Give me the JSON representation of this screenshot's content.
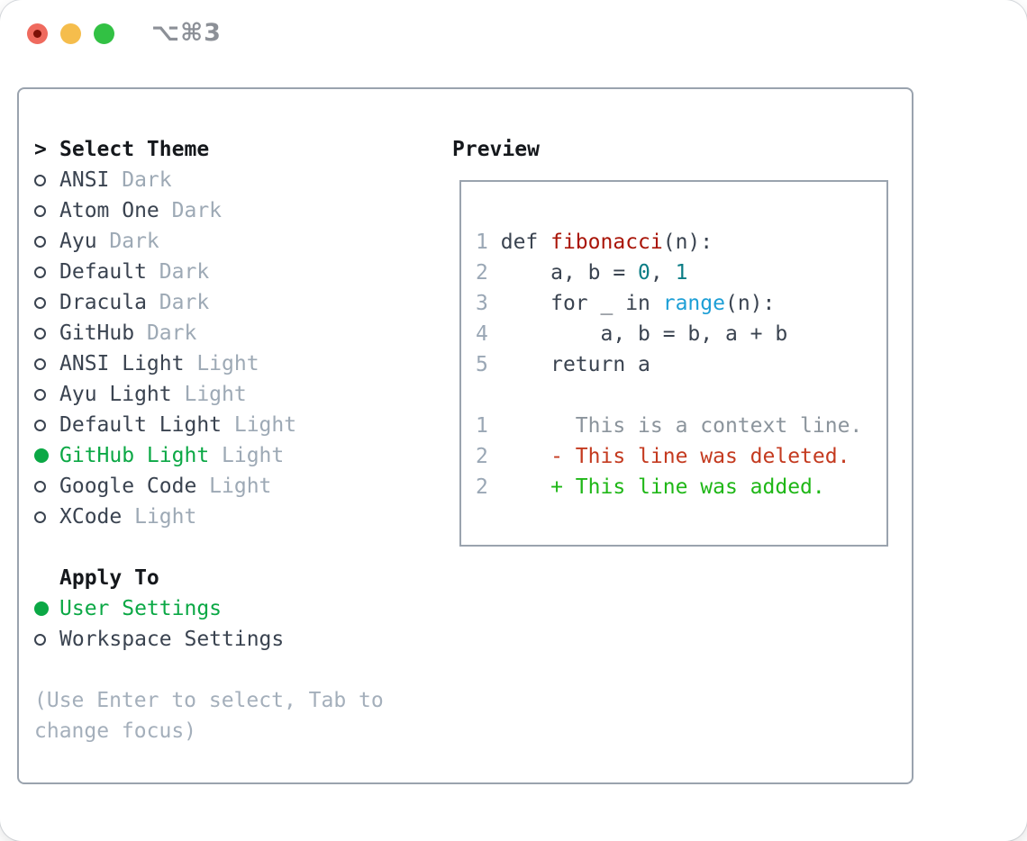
{
  "window": {
    "title": "⌥⌘3"
  },
  "left": {
    "header_prefix": ">",
    "header": "Select Theme",
    "themes": [
      {
        "name": "ANSI",
        "variant": "Dark",
        "selected": false
      },
      {
        "name": "Atom One",
        "variant": "Dark",
        "selected": false
      },
      {
        "name": "Ayu",
        "variant": "Dark",
        "selected": false
      },
      {
        "name": "Default",
        "variant": "Dark",
        "selected": false
      },
      {
        "name": "Dracula",
        "variant": "Dark",
        "selected": false
      },
      {
        "name": "GitHub",
        "variant": "Dark",
        "selected": false
      },
      {
        "name": "ANSI Light",
        "variant": "Light",
        "selected": false
      },
      {
        "name": "Ayu Light",
        "variant": "Light",
        "selected": false
      },
      {
        "name": "Default Light",
        "variant": "Light",
        "selected": false
      },
      {
        "name": "GitHub Light",
        "variant": "Light",
        "selected": true
      },
      {
        "name": "Google Code",
        "variant": "Light",
        "selected": false
      },
      {
        "name": "XCode",
        "variant": "Light",
        "selected": false
      }
    ],
    "apply_to": {
      "header": "Apply To",
      "options": [
        {
          "label": "User Settings",
          "selected": true
        },
        {
          "label": "Workspace Settings",
          "selected": false
        }
      ]
    },
    "help_lines": [
      "(Use Enter to select, Tab to",
      "change focus)"
    ]
  },
  "preview": {
    "header": "Preview",
    "code_lines": [
      {
        "num": "1",
        "tokens": [
          {
            "text": "def ",
            "color": "code"
          },
          {
            "text": "fibonacci",
            "color": "func"
          },
          {
            "text": "(n):",
            "color": "code"
          }
        ]
      },
      {
        "num": "2",
        "tokens": [
          {
            "text": "    a, b = ",
            "color": "code"
          },
          {
            "text": "0",
            "color": "number"
          },
          {
            "text": ", ",
            "color": "code"
          },
          {
            "text": "1",
            "color": "number"
          }
        ]
      },
      {
        "num": "3",
        "tokens": [
          {
            "text": "    for _ in ",
            "color": "code"
          },
          {
            "text": "range",
            "color": "builtin"
          },
          {
            "text": "(n):",
            "color": "code"
          }
        ]
      },
      {
        "num": "4",
        "tokens": [
          {
            "text": "        a, b = b, a + b",
            "color": "code"
          }
        ]
      },
      {
        "num": "5",
        "tokens": [
          {
            "text": "    return a",
            "color": "code"
          }
        ]
      }
    ],
    "diff_lines": [
      {
        "num": "1",
        "marker": " ",
        "text": "This is a context line.",
        "kind": "context"
      },
      {
        "num": "2",
        "marker": "-",
        "text": "This line was deleted.",
        "kind": "deleted"
      },
      {
        "num": "2",
        "marker": "+",
        "text": "This line was added.",
        "kind": "added"
      }
    ]
  },
  "colors": {
    "selection_green": "#0ba845",
    "diff_added_green": "#1fb717",
    "diff_deleted_red": "#c43a1f",
    "diff_context_gray": "#8b949c",
    "function_red": "#a91508",
    "number_teal": "#0b7d85",
    "builtin_blue": "#1d9fd6",
    "code_dark": "#3a4350",
    "line_number_gray": "#9aa7b5",
    "variant_gray": "#9da9b5",
    "help_gray": "#a4afbb",
    "header_black": "#15181c",
    "box_border_gray": "#9aa3ae",
    "title_gray": "#8c9097",
    "traffic_red": "#ef6a5e",
    "traffic_yellow": "#f5bd4c",
    "traffic_green": "#32c144"
  }
}
